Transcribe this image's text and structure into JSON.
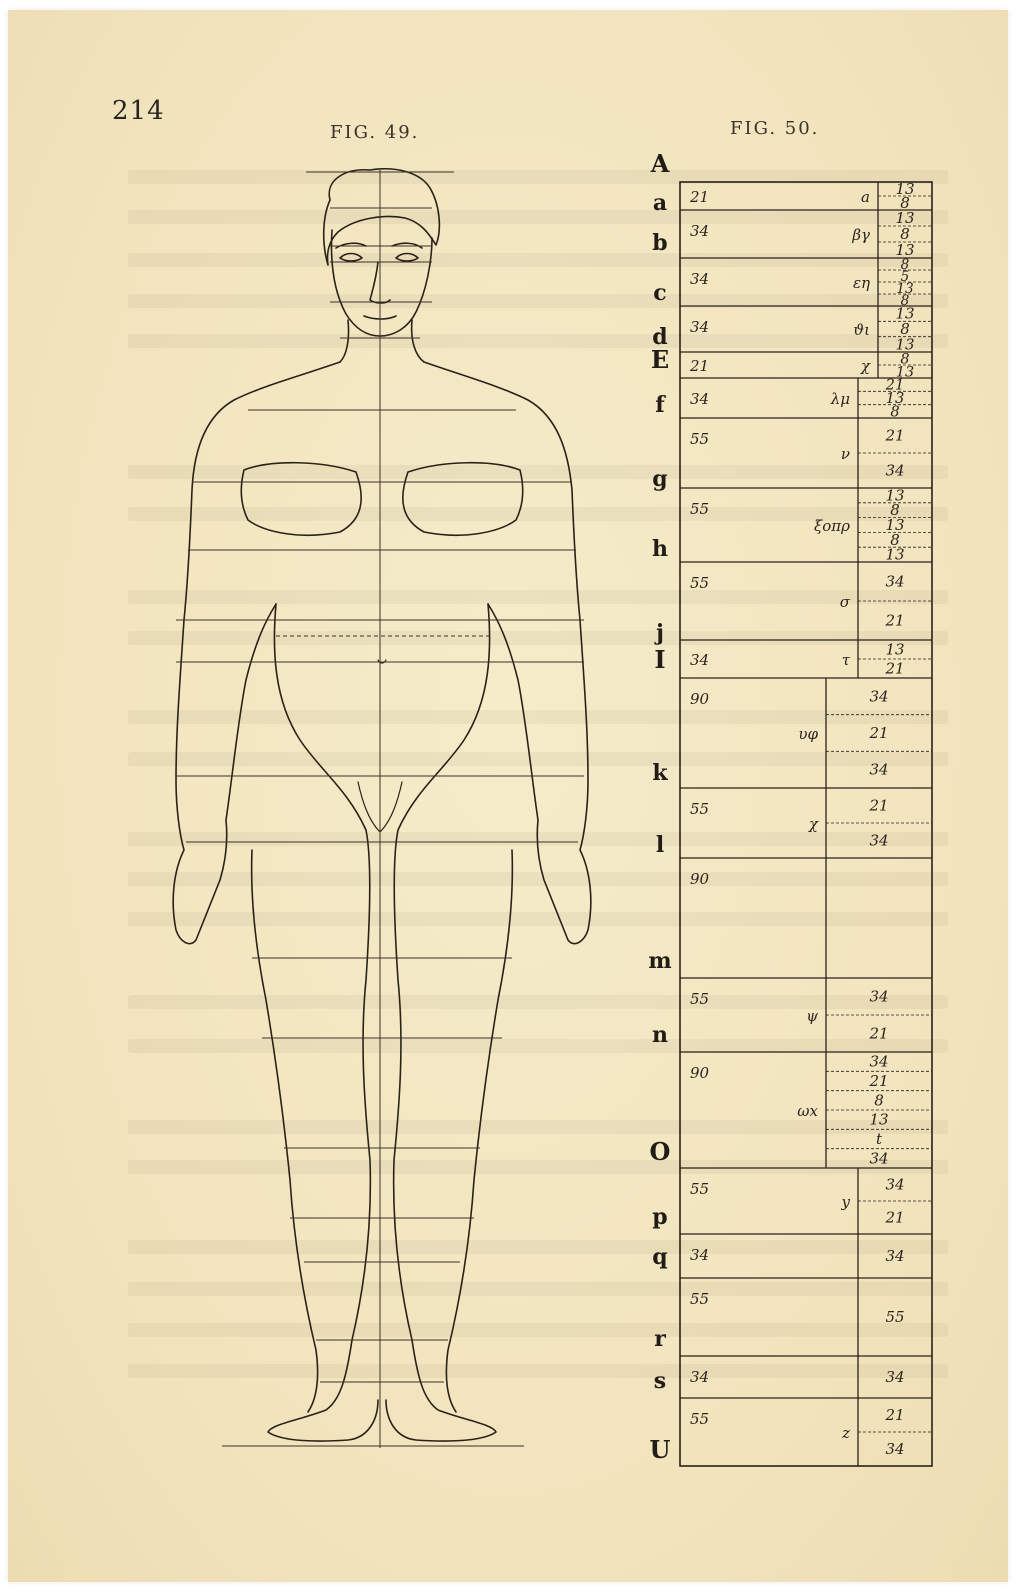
{
  "page_number": "214",
  "fig49_label": "FIG. 49.",
  "fig50_label": "FIG. 50.",
  "row_letters": [
    "A",
    "a",
    "b",
    "c",
    "d",
    "E",
    "f",
    "g",
    "h",
    "j",
    "I",
    "k",
    "l",
    "m",
    "n",
    "O",
    "p",
    "q",
    "r",
    "s",
    "U"
  ],
  "fig50_rows": [
    {
      "left": "21",
      "greek": "a",
      "right": [
        "13",
        "8"
      ]
    },
    {
      "left": "34",
      "greek": "βγ",
      "right": [
        "13",
        "8",
        "13"
      ]
    },
    {
      "left": "34",
      "greek": "εη",
      "right": [
        "8",
        "5",
        "13",
        "8"
      ]
    },
    {
      "left": "34",
      "greek": "ϑι",
      "right": [
        "13",
        "8",
        "13"
      ]
    },
    {
      "left": "21",
      "greek": "χ",
      "right": [
        "8",
        "13"
      ]
    },
    {
      "left": "34",
      "greek": "λμ",
      "right": [
        "21",
        "13",
        "8"
      ]
    },
    {
      "left": "55",
      "greek": "ν",
      "right": [
        "21",
        "34"
      ]
    },
    {
      "left": "55",
      "greek": "ξοπρ",
      "right": [
        "13",
        "8",
        "13",
        "8",
        "13"
      ]
    },
    {
      "left": "55",
      "greek": "σ",
      "right": [
        "34",
        "21"
      ]
    },
    {
      "left": "34",
      "greek": "τ",
      "right": [
        "13",
        "21"
      ]
    },
    {
      "left": "90",
      "greek": "υφ",
      "right": [
        "34",
        "21",
        "34"
      ]
    },
    {
      "left": "55",
      "greek": "χ",
      "right": [
        "21",
        "34"
      ]
    },
    {
      "left": "90",
      "greek": "",
      "right": []
    },
    {
      "left": "55",
      "greek": "ψ",
      "right": [
        "34",
        "21"
      ]
    },
    {
      "left": "90",
      "greek": "ωx",
      "right": [
        "34",
        "21",
        "8",
        "13",
        "t",
        "34"
      ]
    },
    {
      "left": "55",
      "greek": "y",
      "right": [
        "34",
        "21"
      ]
    },
    {
      "left": "34",
      "greek": "",
      "right": [
        "34"
      ]
    },
    {
      "left": "55",
      "greek": "",
      "right": [
        "55"
      ]
    },
    {
      "left": "34",
      "greek": "",
      "right": [
        "34"
      ]
    },
    {
      "left": "55",
      "greek": "z",
      "right": [
        "21",
        "34"
      ]
    }
  ]
}
